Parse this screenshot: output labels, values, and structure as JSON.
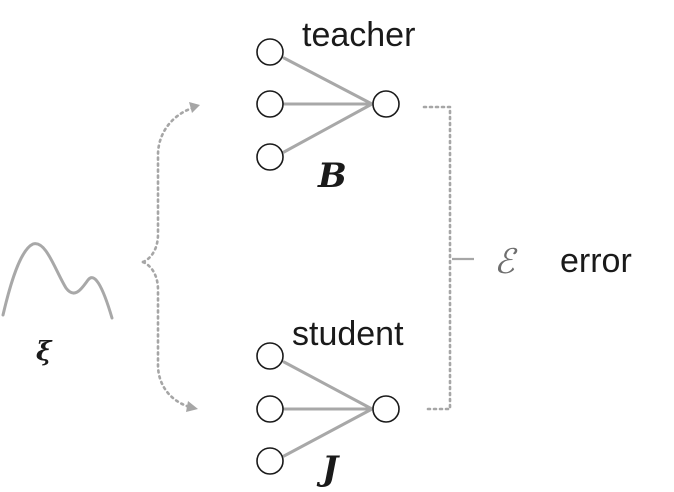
{
  "teacher": {
    "label": "teacher",
    "weight_symbol": "B"
  },
  "student": {
    "label": "student",
    "weight_symbol": "J"
  },
  "input": {
    "symbol": "ξ"
  },
  "error": {
    "symbol": "ℰ",
    "label": "error"
  },
  "colors": {
    "ink": "#1a1a1a",
    "connector": "#a8a8a8",
    "dotted": "#a6a6a6"
  }
}
